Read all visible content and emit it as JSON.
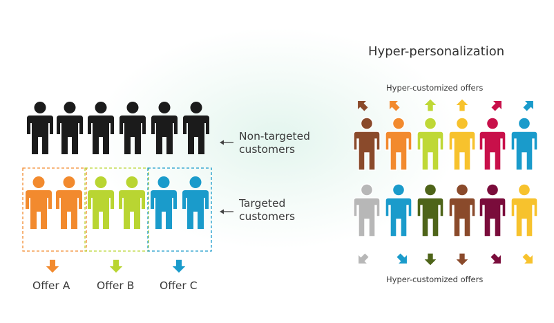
{
  "title": "Hyper-personalization",
  "non_targeted_label": [
    "Non-targeted",
    "customers"
  ],
  "targeted_label": [
    "Targeted",
    "customers"
  ],
  "offers": [
    {
      "label": "Offer A",
      "color": "#f28a2e"
    },
    {
      "label": "Offer B",
      "color": "#b9d532"
    },
    {
      "label": "Offer C",
      "color": "#1a9bcb"
    }
  ],
  "top_offers_label": "Hyper-customized offers",
  "bottom_offers_label": "Hyper-customized offers",
  "colors": {
    "black_figure": "#1b1b1b",
    "top_row": [
      "#8a4a2b",
      "#f28a2e",
      "#bfd836",
      "#f7c22d",
      "#c8104a",
      "#1a9bcb"
    ],
    "bottom_row": [
      "#b7b7b7",
      "#1a9bcb",
      "#4e6419",
      "#8a4a2b",
      "#7a0c3b",
      "#f7c22d"
    ]
  }
}
